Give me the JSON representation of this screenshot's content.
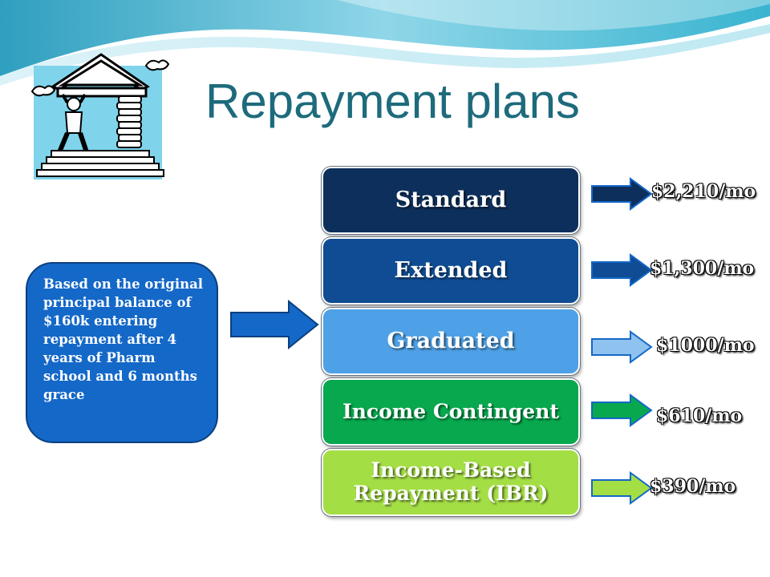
{
  "slide": {
    "title": "Repayment plans"
  },
  "note": {
    "text": "Based on the original principal balance of $160k entering repayment after 4 years of Pharm school and 6 months grace"
  },
  "plans": [
    {
      "name": "Standard",
      "amount": "$2,210/mo",
      "color": "#0d2f5c"
    },
    {
      "name": "Extended",
      "amount": "$1,300/mo",
      "color": "#0f4c93"
    },
    {
      "name": "Graduated",
      "amount": "$1000/mo",
      "color": "#4ea1e6"
    },
    {
      "name": "Income Contingent",
      "amount": "$610/mo",
      "color": "#07a84e"
    },
    {
      "name": "Income-Based Repayment (IBR)",
      "amount": "$390/mo",
      "color": "#a4de45"
    }
  ],
  "icons": {
    "illustration": "bank-columns-icon",
    "arrow": "right-arrow-icon"
  }
}
